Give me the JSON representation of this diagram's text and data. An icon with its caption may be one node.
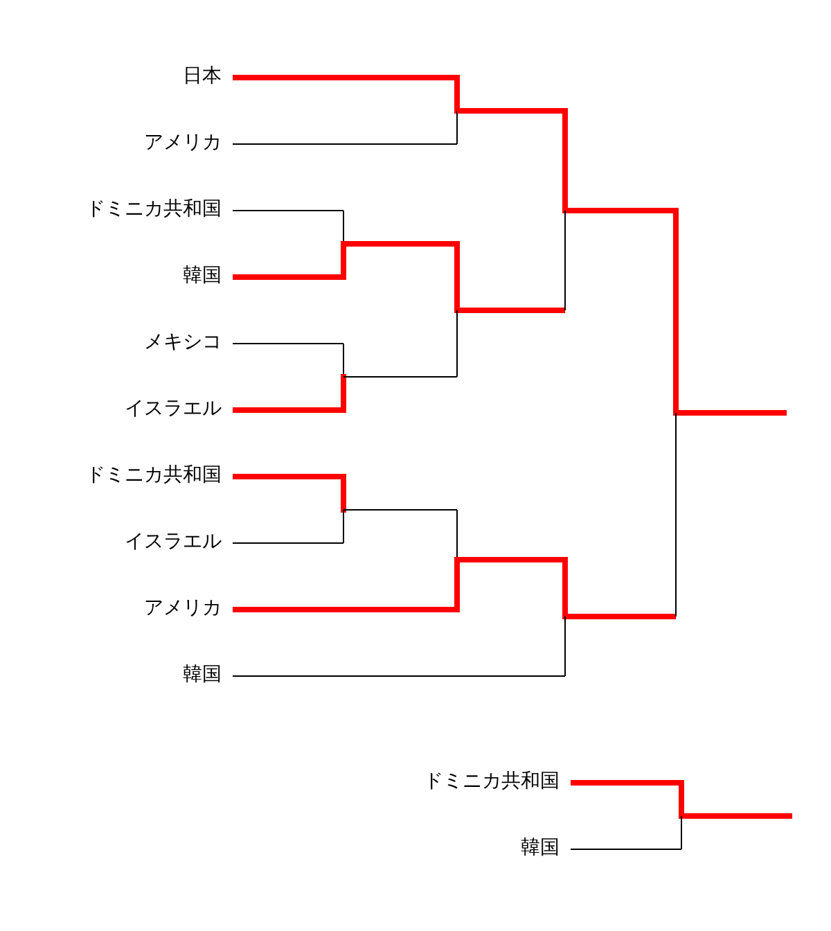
{
  "diagram": {
    "nodes": [
      {
        "text": [
          "日本"
        ]
      },
      {
        "text": [
          "アメリカ"
        ]
      },
      {
        "text": [
          "ドミニカ共和国"
        ]
      },
      {
        "text": [
          "韓国"
        ]
      },
      {
        "text": [
          "メキシコ"
        ]
      },
      {
        "text": [
          "イスラエル"
        ]
      },
      {
        "text": [
          "ドミニカ共和国"
        ]
      },
      {
        "text": [
          "イスラエル"
        ]
      },
      {
        "text": [
          "アメリカ"
        ]
      },
      {
        "text": [
          "韓国"
        ]
      },
      {
        "text": [
          "ドミニカ共和国"
        ]
      },
      {
        "text": [
          "韓国"
        ]
      }
    ],
    "edges": [
      {
        "from": 0,
        "to": null,
        "arrow": "none",
        "style": "thick",
        "color": "#ff0000"
      },
      {
        "from": 1,
        "to": null,
        "arrow": "none",
        "color": "#000000"
      },
      {
        "from": 2,
        "to": null,
        "arrow": "none",
        "color": "#000000"
      },
      {
        "from": 3,
        "to": null,
        "arrow": "none",
        "style": "thick",
        "color": "#ff0000"
      },
      {
        "from": 4,
        "to": null,
        "arrow": "none",
        "color": "#000000"
      },
      {
        "from": 5,
        "to": null,
        "arrow": "none",
        "style": "thick",
        "color": "#ff0000"
      },
      {
        "from": 6,
        "to": null,
        "arrow": "none",
        "style": "thick",
        "color": "#ff0000"
      },
      {
        "from": 7,
        "to": null,
        "arrow": "none",
        "color": "#000000"
      },
      {
        "from": 8,
        "to": null,
        "arrow": "none",
        "style": "thick",
        "color": "#ff0000"
      },
      {
        "from": 9,
        "to": null,
        "arrow": "none",
        "color": "#000000"
      },
      {
        "from": 10,
        "to": null,
        "arrow": "none",
        "style": "thick",
        "color": "#ff0000"
      },
      {
        "from": 11,
        "to": null,
        "arrow": "none",
        "color": "#000000"
      }
    ]
  }
}
